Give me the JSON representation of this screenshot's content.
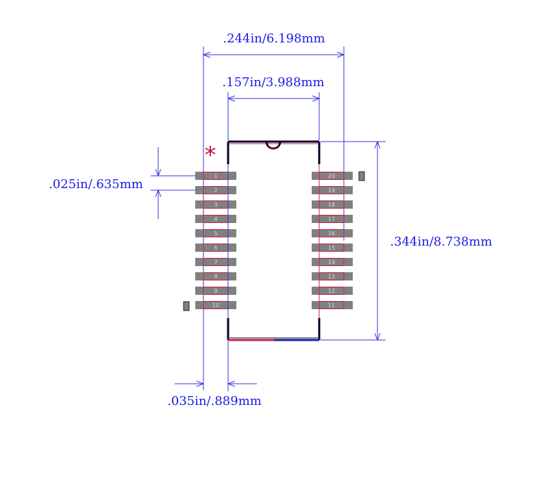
{
  "dimensions": {
    "overall_width": ".244in/6.198mm",
    "body_width": ".157in/3.988mm",
    "pitch": ".025in/.635mm",
    "length": ".344in/8.738mm",
    "pad_width": ".035in/.889mm"
  },
  "pin1_marker": "*",
  "pins_left": [
    "1",
    "2",
    "3",
    "4",
    "5",
    "6",
    "7",
    "8",
    "9",
    "10"
  ],
  "pins_right": [
    "20",
    "19",
    "18",
    "17",
    "16",
    "15",
    "14",
    "13",
    "12",
    "11"
  ],
  "colors": {
    "dimension": "#1a1ae6",
    "pad": "#808080",
    "outline": "#cc2244",
    "body": "#000033",
    "marker": "#cc1144"
  }
}
